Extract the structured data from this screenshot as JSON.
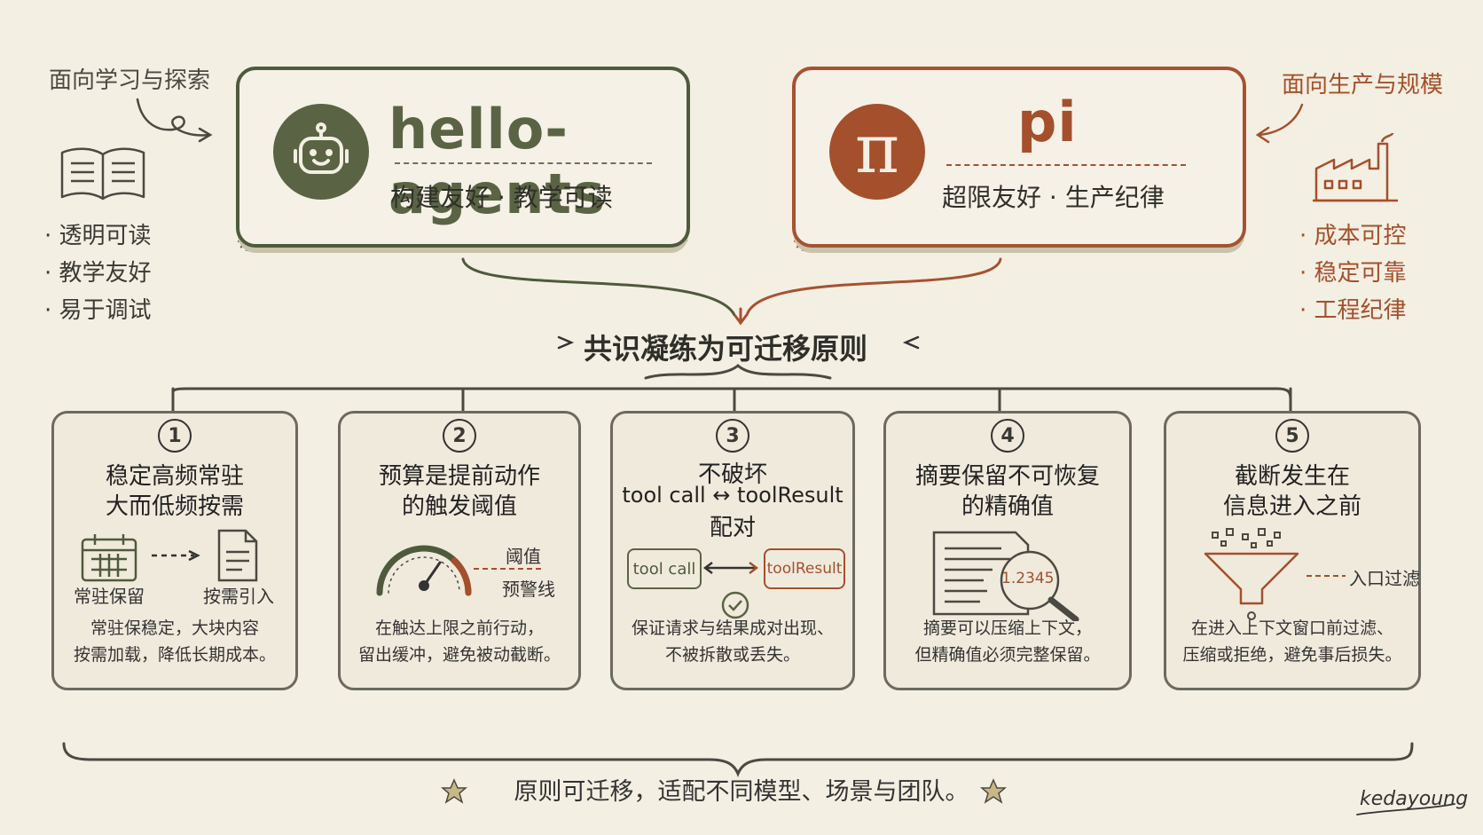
{
  "left_note": "面向学习与探索",
  "right_note": "面向生产与规模",
  "left_box": {
    "name": "hello-agents",
    "tagline": "构建友好 · 教学可读"
  },
  "right_box": {
    "name": "pi",
    "logo_symbol": "π",
    "tagline": "超限友好 · 生产纪律"
  },
  "left_bullets": [
    "透明可读",
    "教学友好",
    "易于调试"
  ],
  "right_bullets": [
    "成本可控",
    "稳定可靠",
    "工程纪律"
  ],
  "center_title": "共识凝练为可迁移原则",
  "cards": [
    {
      "num": "1",
      "title1": "稳定高频常驻",
      "title2": "大而低频按需",
      "labels": [
        "常驻保留",
        "按需引入"
      ],
      "desc1": "常驻保稳定，大块内容",
      "desc2": "按需加载，降低长期成本。"
    },
    {
      "num": "2",
      "title1": "预算是提前动作",
      "title2": "的触发阈值",
      "labels": [
        "阈值",
        "预警线"
      ],
      "desc1": "在触达上限之前行动，",
      "desc2": "留出缓冲，避免被动截断。"
    },
    {
      "num": "3",
      "title1": "不破坏",
      "title2": "tool call ↔ toolResult",
      "title3": "配对",
      "labels": [
        "tool call",
        "toolResult"
      ],
      "desc1": "保证请求与结果成对出现、",
      "desc2": "不被拆散或丢失。"
    },
    {
      "num": "4",
      "title1": "摘要保留不可恢复",
      "title2": "的精确值",
      "labels": [
        "1.2345"
      ],
      "desc1": "摘要可以压缩上下文，",
      "desc2": "但精确值必须完整保留。"
    },
    {
      "num": "5",
      "title1": "截断发生在",
      "title2": "信息进入之前",
      "labels": [
        "入口过滤"
      ],
      "desc1": "在进入上下文窗口前过滤、",
      "desc2": "压缩或拒绝，避免事后损失。"
    }
  ],
  "footer": "原则可迁移，适配不同模型、场景与团队。",
  "signature": "kedayoung",
  "colors": {
    "green": "#5a6444",
    "rust": "#a4502c",
    "background": "#f4efe3"
  }
}
